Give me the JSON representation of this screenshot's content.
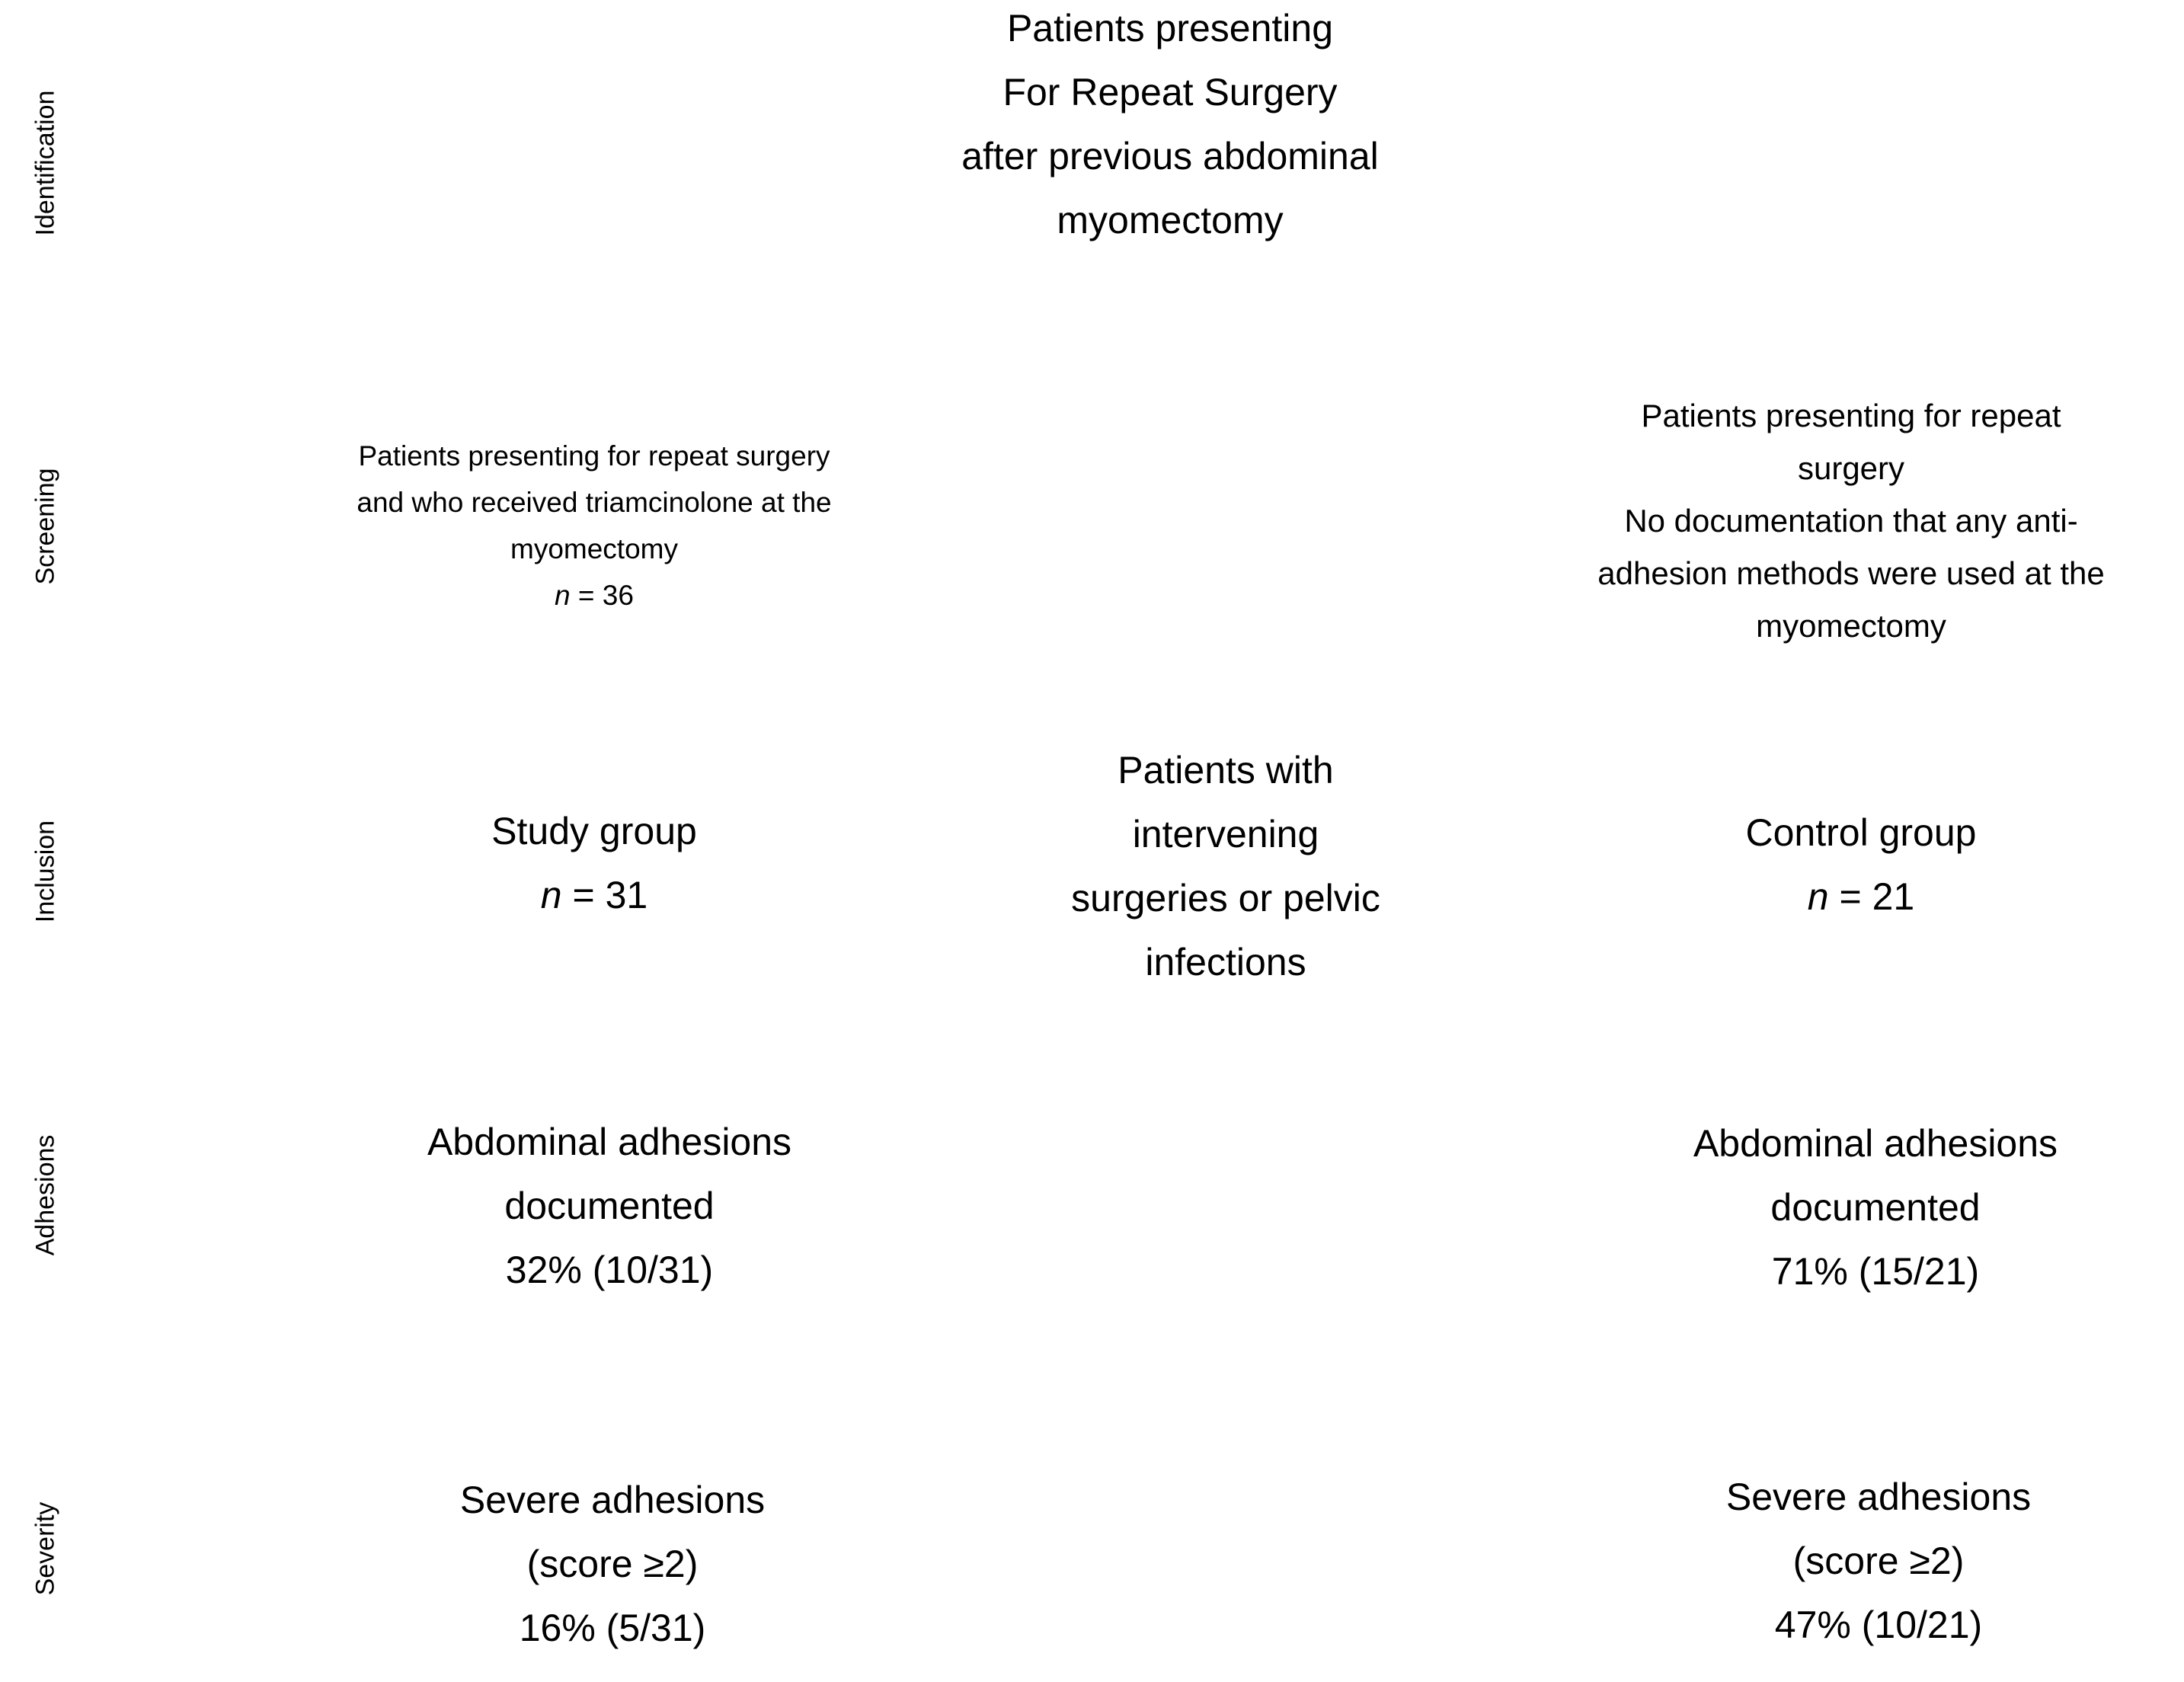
{
  "stages": {
    "identification": "Identification",
    "screening": "Screening",
    "inclusion": "Inclusion",
    "adhesions": "Adhesions",
    "severity": "Severity"
  },
  "identification_box": {
    "lines": [
      "Patients presenting",
      "For Repeat Surgery",
      "after previous abdominal",
      "myomectomy"
    ]
  },
  "screening_study": {
    "lines": [
      "Patients presenting for repeat surgery",
      "and who received triamcinolone at the",
      "myomectomy"
    ],
    "n_label": "n",
    "n_value": " = 36"
  },
  "screening_control": {
    "lines": [
      "Patients presenting for repeat",
      "surgery",
      "No documentation that any anti-",
      "adhesion methods were used at the",
      "myomectomy"
    ]
  },
  "study_group": {
    "label": "Study group",
    "n_label": "n",
    "n_value": " = 31"
  },
  "excluded": {
    "lines": [
      "Patients with",
      "intervening",
      "surgeries or pelvic",
      "infections"
    ]
  },
  "control_group": {
    "label": "Control group",
    "n_label": "n",
    "n_value": " = 21"
  },
  "adhesions_study": {
    "lines": [
      "Abdominal adhesions",
      "documented",
      "32% (10/31)"
    ]
  },
  "adhesions_control": {
    "lines": [
      "Abdominal adhesions",
      "documented",
      "71% (15/21)"
    ]
  },
  "severity_study": {
    "lines": [
      "Severe adhesions",
      "(score ≥2)",
      "16% (5/31)"
    ]
  },
  "severity_control": {
    "lines": [
      "Severe adhesions",
      "(score ≥2)",
      "47% (10/21)"
    ]
  }
}
